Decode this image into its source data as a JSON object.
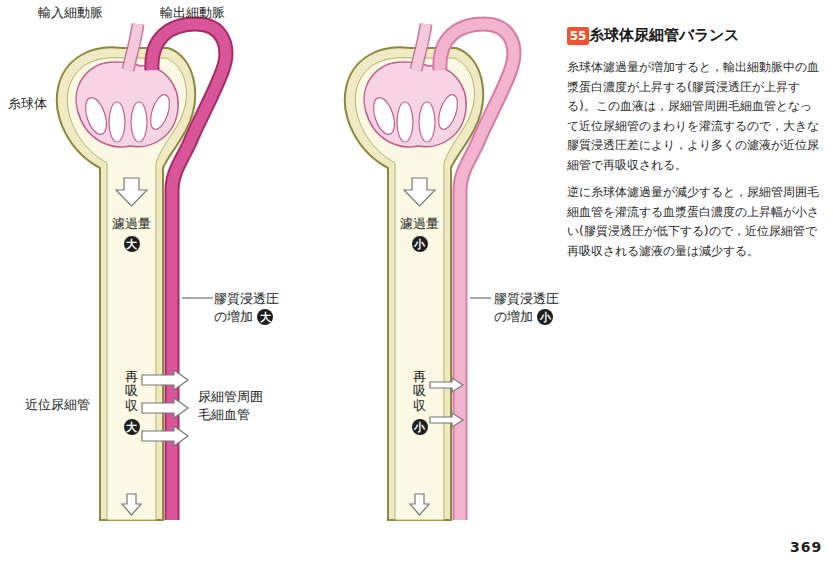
{
  "diagram": {
    "title": "糸球体尿細管バランス",
    "nodes": [
      {
        "text": [
          "55"
        ]
      },
      {
        "text": [
          "大"
        ]
      },
      {
        "text": [
          "大"
        ]
      },
      {
        "text": [
          "大"
        ]
      },
      {
        "text": [
          "小"
        ]
      },
      {
        "text": [
          "小"
        ]
      },
      {
        "text": [
          "小"
        ]
      }
    ],
    "labels": [
      "輸入細動脈",
      "輸出細動脈",
      "糸球体",
      "濾過量",
      "膠質浸透圧 の増加",
      "再吸収",
      "尿細管周囲 毛細血管",
      "近位尿細管",
      "濾過量",
      "膠質浸透圧 の増加",
      "再吸収",
      "糸球体濾過量が増加すると，輸出細動脈中の血漿蛋白濃度が上昇する(膠質浸透圧が上昇する)。この血液は，尿細管周囲毛細血管となって近位尿細管のまわりを灌流するので，大きな膠質浸透圧差により，より多くの濾液が近位尿細管で再吸収される。",
      "逆に糸球体濾過量が減少すると，尿細管周囲毛細血管を灌流する血漿蛋白濃度の上昇幅が小さい(膠質浸透圧が低下する)ので，近位尿細管で再吸収される濾液の量は減少する。",
      "369"
    ]
  }
}
